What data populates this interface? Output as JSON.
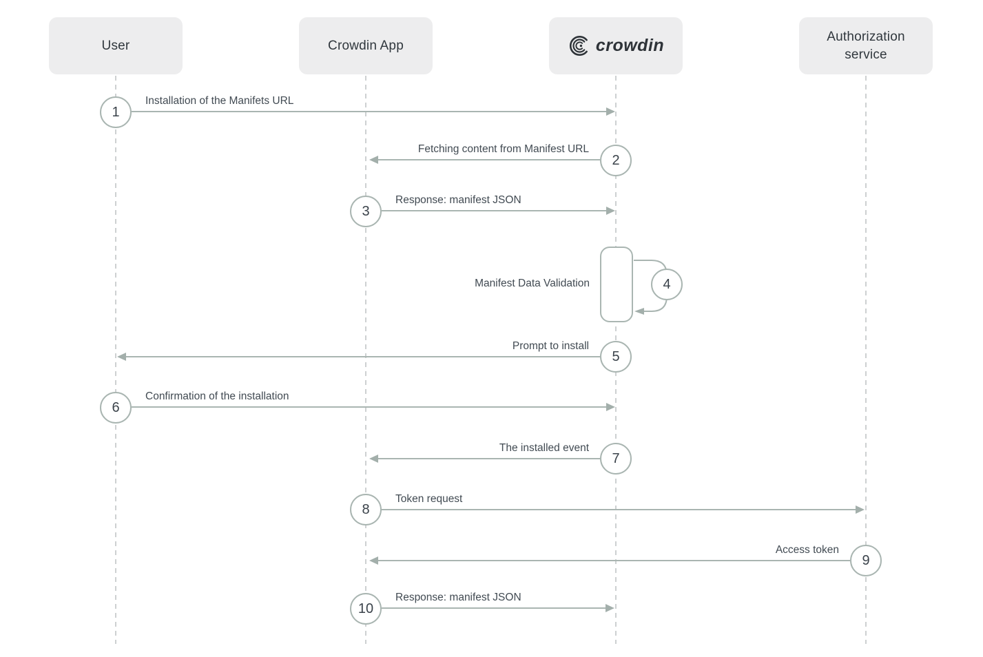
{
  "diagram": {
    "type": "sequence-diagram",
    "participants": [
      {
        "label": "User"
      },
      {
        "label": "Crowdin App"
      },
      {
        "label": "crowdin",
        "kind": "logo"
      },
      {
        "label": "Authorization service"
      }
    ],
    "messages": [
      {
        "num": "1",
        "label": "Installation of the Manifets URL",
        "from": "User",
        "to": "crowdin",
        "direction": "right"
      },
      {
        "num": "2",
        "label": "Fetching content from Manifest URL",
        "from": "crowdin",
        "to": "Crowdin App",
        "direction": "left"
      },
      {
        "num": "3",
        "label": "Response: manifest JSON",
        "from": "Crowdin App",
        "to": "crowdin",
        "direction": "right"
      },
      {
        "num": "4",
        "label": "Manifest Data Validation",
        "from": "crowdin",
        "to": "crowdin",
        "direction": "self"
      },
      {
        "num": "5",
        "label": "Prompt to install",
        "from": "crowdin",
        "to": "User",
        "direction": "left"
      },
      {
        "num": "6",
        "label": "Confirmation of the installation",
        "from": "User",
        "to": "crowdin",
        "direction": "right"
      },
      {
        "num": "7",
        "label": "The installed event",
        "from": "crowdin",
        "to": "Crowdin App",
        "direction": "left"
      },
      {
        "num": "8",
        "label": "Token request",
        "from": "Crowdin App",
        "to": "Authorization service",
        "direction": "right"
      },
      {
        "num": "9",
        "label": "Access token",
        "from": "Authorization service",
        "to": "Crowdin App",
        "direction": "left"
      },
      {
        "num": "10",
        "label": "Response: manifest JSON",
        "from": "Crowdin App",
        "to": "crowdin",
        "direction": "right"
      }
    ],
    "colors": {
      "background": "#ffffff",
      "participant_box_fill": "#ededee",
      "participant_text": "#30373d",
      "arrow": "#a9b5b1",
      "lifeline": "#cdd0d1",
      "label_text": "#414a52",
      "logo_text": "#2e3338"
    }
  }
}
